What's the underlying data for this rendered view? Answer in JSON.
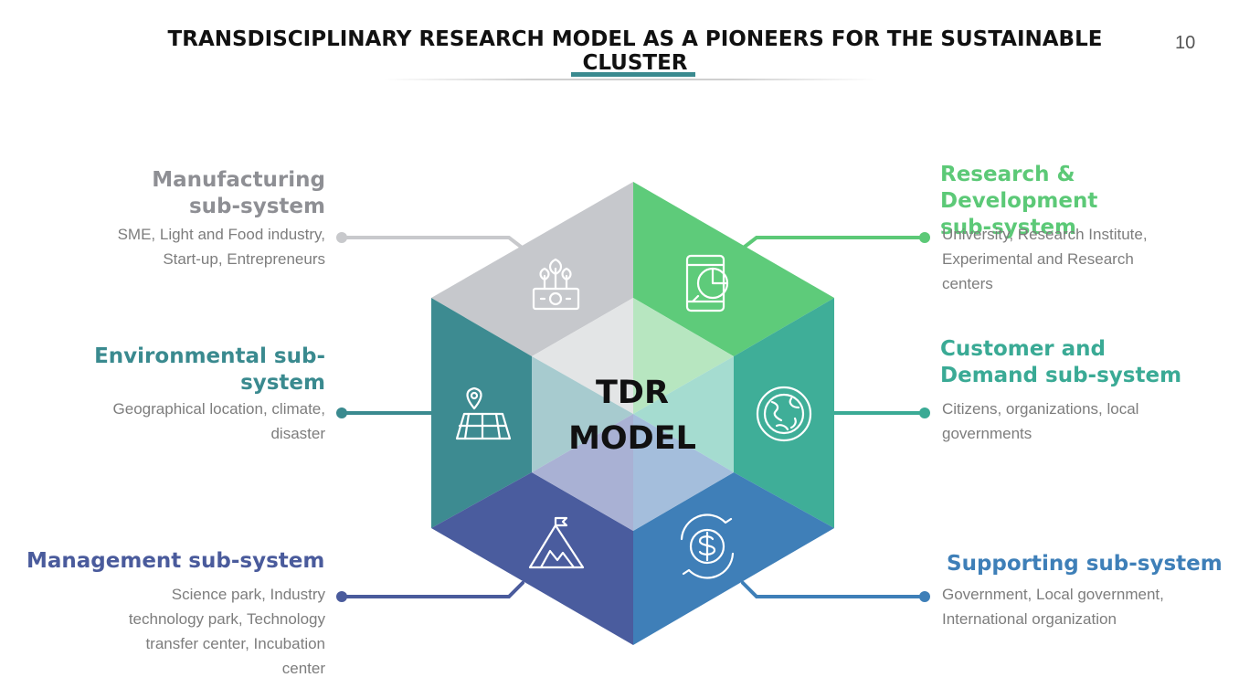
{
  "slide": {
    "title": "TRANSDISCIPLINARY RESEARCH MODEL AS A PIONEERS FOR THE SUSTAINABLE CLUSTER",
    "page_number": "10"
  },
  "center": {
    "label": "TDR\nMODEL"
  },
  "subsystems": {
    "manufacturing": {
      "heading": "Manufacturing\nsub-system",
      "description": "SME, Light and Food industry,\nStart-up, Entrepreneurs",
      "color": "#8e8f94",
      "icon": "plant-money-icon"
    },
    "environmental": {
      "heading": "Environmental sub-\nsystem",
      "description": "Geographical location, climate,\ndisaster",
      "color": "#3a8a8f",
      "icon": "map-pin-icon"
    },
    "management": {
      "heading": "Management sub-system",
      "description": "Science park, Industry\ntechnology park, Technology\ntransfer center, Incubation\ncenter",
      "color": "#4a5b9c",
      "icon": "mountain-flag-icon"
    },
    "research_development": {
      "heading": "Research & Development\nsub-system",
      "description": "University, Research Institute,\nExperimental and Research\ncenters",
      "color": "#5cc977",
      "icon": "phone-chart-icon"
    },
    "customer_demand": {
      "heading": "Customer and\nDemand sub-system",
      "description": "Citizens, organizations, local\ngovernments",
      "color": "#3aaa95",
      "icon": "globe-icon"
    },
    "supporting": {
      "heading": "Supporting sub-system",
      "description": "Government, Local government,\nInternational organization",
      "color": "#3e7fb8",
      "icon": "dollar-cycle-icon"
    }
  }
}
